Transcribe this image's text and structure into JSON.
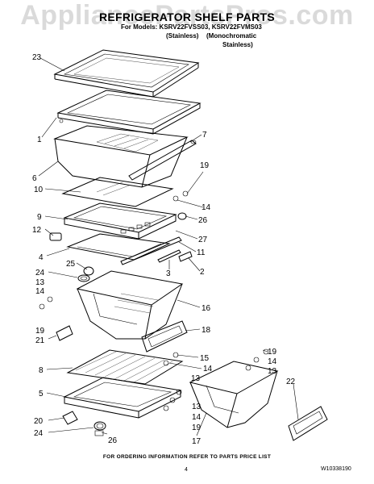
{
  "watermark": "AppliancePartsPros.com",
  "title": "REFRIGERATOR SHELF PARTS",
  "models_line": "For Models: KSRV22FVSS03, KSRV22FVMS03",
  "model_variant_1": "(Stainless)",
  "model_variant_2": "(Monochromatic",
  "model_variant_3": "Stainless)",
  "footer": "FOR ORDERING INFORMATION REFER TO PARTS PRICE LIST",
  "page_number": "4",
  "doc_number": "W10338190",
  "callouts": {
    "c23": "23",
    "c1": "1",
    "c7": "7",
    "c6": "6",
    "c19a": "19",
    "c10": "10",
    "c14a": "14",
    "c9": "9",
    "c26a": "26",
    "c12": "12",
    "c27": "27",
    "c4": "4",
    "c11": "11",
    "c25": "25",
    "c3": "3",
    "c2": "2",
    "c24a": "24",
    "c13a": "13",
    "c14b": "14",
    "c16": "16",
    "c19b": "19",
    "c21": "21",
    "c18": "18",
    "c15": "15",
    "c8": "8",
    "c14c": "14",
    "c13b": "13",
    "c19c": "19",
    "c14d": "14",
    "c13c": "13",
    "c22": "22",
    "c5": "5",
    "c13d": "13",
    "c20": "20",
    "c14e": "14",
    "c24b": "24",
    "c19d": "19",
    "c26b": "26",
    "c17": "17"
  }
}
